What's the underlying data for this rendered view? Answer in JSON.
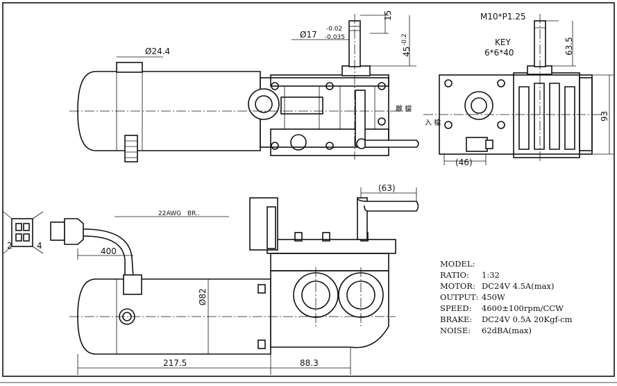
{
  "dimensions": {
    "shaft_diameter": "Ø24.4",
    "output_shaft_diameter": "Ø17",
    "output_shaft_tol_upper": "-0.02",
    "output_shaft_tol_lower": "-0.035",
    "shaft_length_top": "15",
    "shaft_length": "45",
    "shaft_length_tol": "-0.2",
    "thread": "M10*P1.25",
    "key_label": "KEY",
    "key_size": "6*6*40",
    "right_height": "63.5",
    "right_depth": "93",
    "handle_offset": "(46)",
    "handle_reach": "(63)",
    "cable_length": "400",
    "motor_diameter": "Ø82",
    "motor_length": "217.5",
    "gearbox_length": "88.3",
    "connector_pin_2": "2",
    "connector_pin_4": "4",
    "cable_spec_partial": "22AWG",
    "cable_color_partial": "BR.."
  },
  "labels": {
    "disengage": "離 檔",
    "engage": "入 檔"
  },
  "specs": [
    {
      "key": "MODEL:",
      "value": ""
    },
    {
      "key": "RATIO:",
      "value": "1:32"
    },
    {
      "key": "MOTOR:",
      "value": "DC24V   4.5A(max)"
    },
    {
      "key": "OUTPUT:",
      "value": "450W"
    },
    {
      "key": "SPEED:",
      "value": "4600±100rpm/CCW"
    },
    {
      "key": "BRAKE:",
      "value": "DC24V 0.5A 20Kgf-cm"
    },
    {
      "key": "NOISE:",
      "value": "62dBA(max)"
    }
  ]
}
